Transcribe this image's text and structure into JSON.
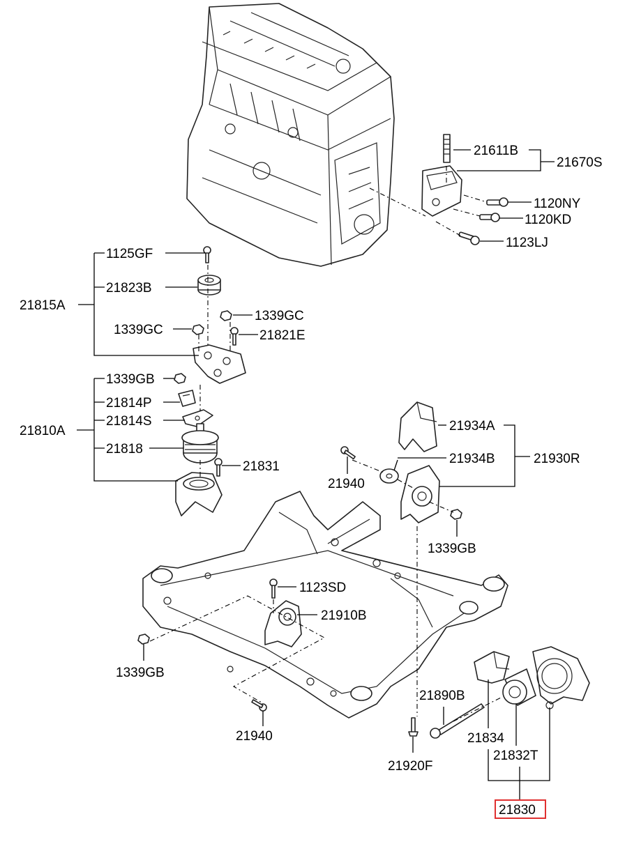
{
  "highlight_color": "#e03030",
  "callouts": {
    "c21611B": "21611B",
    "c21670S": "21670S",
    "c1120NY": "1120NY",
    "c1120KD": "1120KD",
    "c1123LJ": "1123LJ",
    "c1125GF": "1125GF",
    "c21823B": "21823B",
    "c21815A": "21815A",
    "c1339GC_r": "1339GC",
    "c1339GC_l": "1339GC",
    "c21821E": "21821E",
    "c1339GB_top": "1339GB",
    "c21814P": "21814P",
    "c21810A": "21810A",
    "c21814S": "21814S",
    "c21818": "21818",
    "c21831": "21831",
    "c21934A": "21934A",
    "c21934B": "21934B",
    "c21930R": "21930R",
    "c21940_top": "21940",
    "c1339GB_right": "1339GB",
    "c1123SD": "1123SD",
    "c21910B": "21910B",
    "c1339GB_left": "1339GB",
    "c21940_bottom": "21940",
    "c21890B": "21890B",
    "c21834": "21834",
    "c21832T": "21832T",
    "c21920F": "21920F",
    "c21830": "21830"
  }
}
